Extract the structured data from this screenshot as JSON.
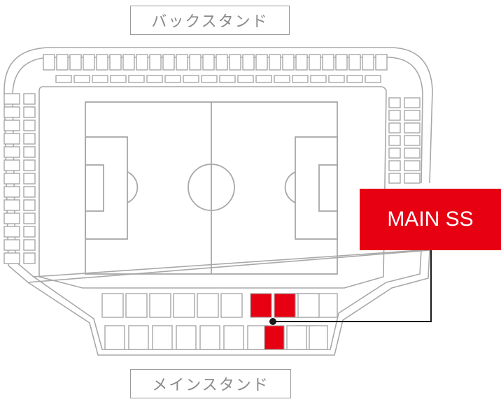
{
  "stands": {
    "back": "バックスタンド",
    "main": "メインスタンド"
  },
  "callout": {
    "label": "MAIN SS",
    "color": "#e60012"
  },
  "colors": {
    "outline": "#a8a8a8",
    "highlight": "#e60012",
    "pointer": "#1a1a1a"
  }
}
